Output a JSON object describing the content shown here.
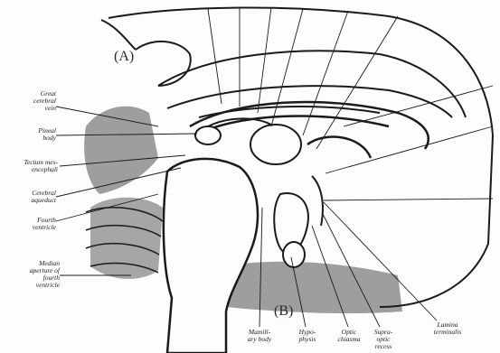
{
  "panel_marks": [
    "(A)",
    "(B)"
  ],
  "left_labels": {
    "great_cerebral_vein": "Great\ncerebral\nvein",
    "pineal_body": "Pineal\nbody",
    "tectum_mesencephali": "Tectum mes-\nencephali",
    "cerebral_aqueduct": "Cerebral\naqueduct",
    "fourth_ventricle": "Fourth\nventricle",
    "median_aperture": "Median\naperture of\nfourth\nventricle"
  },
  "bottom_labels": {
    "mamillary_body": "Mamill-\nary body",
    "hypophysis": "Hypo-\nphysis",
    "optic_chiasma": "Optic\nchiasma",
    "supraoptic_recess": "Supra-\noptic\nrecess",
    "lamina_terminalis": "Lamina\nterminalis"
  },
  "colors": {
    "ink": "#1a1a1a",
    "paper": "#fdfdfb",
    "shade": "#3a3a3a"
  }
}
